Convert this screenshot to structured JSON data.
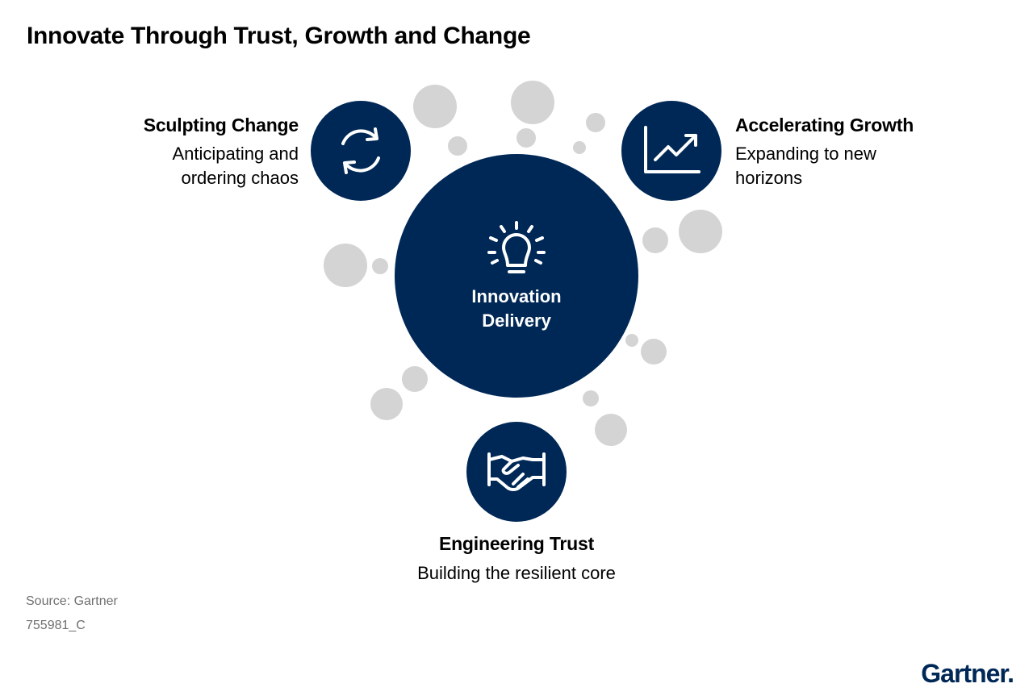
{
  "title": "Innovate Through Trust, Growth and Change",
  "center": {
    "label_line1": "Innovation",
    "label_line2": "Delivery",
    "icon": "lightbulb-icon"
  },
  "nodes": {
    "sculpting": {
      "title": "Sculpting Change",
      "desc_line1": "Anticipating and",
      "desc_line2": "ordering chaos",
      "icon": "refresh-cycle-icon"
    },
    "growth": {
      "title": "Accelerating Growth",
      "desc_line1": "Expanding to new",
      "desc_line2": "horizons",
      "icon": "trending-chart-icon"
    },
    "trust": {
      "title": "Engineering Trust",
      "desc_line1": "Building the resilient core",
      "icon": "handshake-icon"
    }
  },
  "footer": {
    "source": "Source: Gartner",
    "doc_id": "755981_C",
    "logo": "Gartner."
  },
  "colors": {
    "navy": "#002856",
    "bubble_gray": "#d4d4d4",
    "footer_gray": "#707070"
  }
}
